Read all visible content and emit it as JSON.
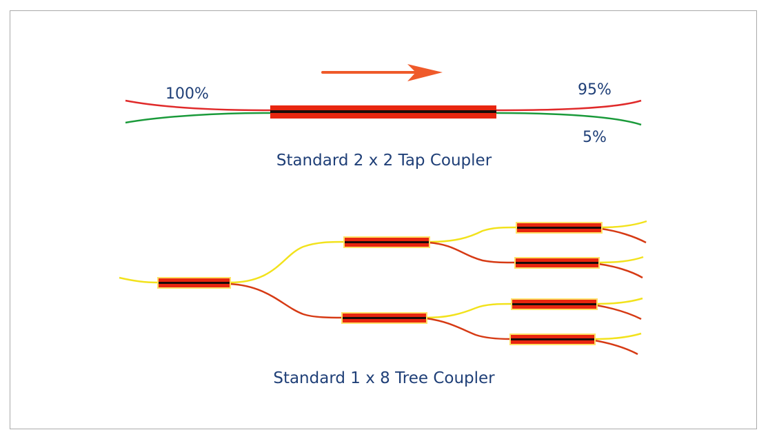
{
  "tap_coupler": {
    "caption": "Standard 2 x 2 Tap Coupler",
    "input_percent": "100%",
    "output_main_percent": "95%",
    "output_tap_percent": "5%"
  },
  "tree_coupler": {
    "caption": "Standard 1 x 8 Tree Coupler"
  },
  "colors": {
    "frame": "#a9a9a9",
    "label_text": "#1f3f77",
    "arrow": "#ef5a2a",
    "coupler_body": "#e8260f",
    "coupler_core": "#1a0c08",
    "coupler_halo": "#ffe066",
    "fiber_red": "#e02a2a",
    "fiber_green": "#1a9a3a",
    "fiber_yellow": "#f2e21c",
    "fiber_orange_red": "#d63a14"
  }
}
